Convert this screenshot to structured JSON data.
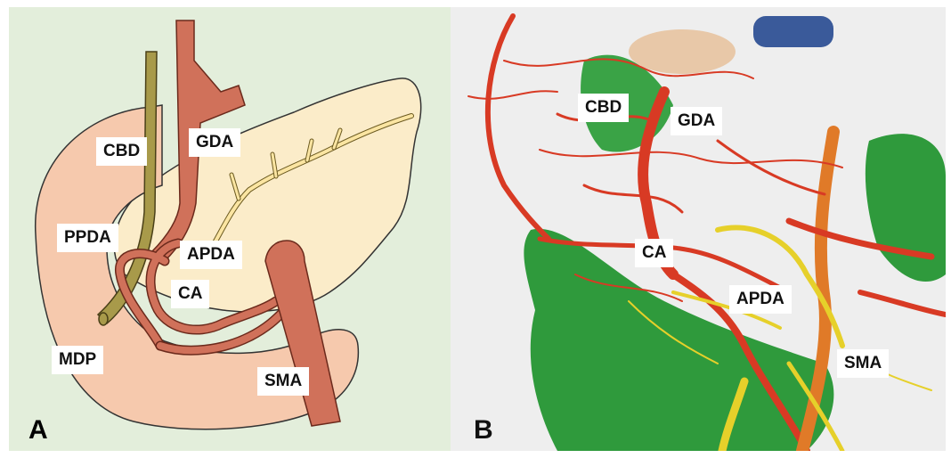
{
  "panel_a": {
    "letter": "A",
    "labels": {
      "cbd": "CBD",
      "gda": "GDA",
      "ppda": "PPDA",
      "apda": "APDA",
      "ca": "CA",
      "mdp": "MDP",
      "sma": "SMA"
    }
  },
  "panel_b": {
    "letter": "B",
    "labels": {
      "cbd": "CBD",
      "gda": "GDA",
      "ca": "CA",
      "apda": "APDA",
      "sma": "SMA"
    }
  },
  "colors": {
    "pancreas_head": "#f6c9ad",
    "pancreas_body": "#fbecc9",
    "artery": "#d0715a",
    "artery_outline": "#6b2a1c",
    "bile_duct": "#a89a4a",
    "pancreatic_duct": "#fbe5a2",
    "cast_red": "#d83a24",
    "cast_green": "#2f9a3c",
    "cast_yellow": "#e6d02a",
    "cast_orange": "#e07a28"
  }
}
